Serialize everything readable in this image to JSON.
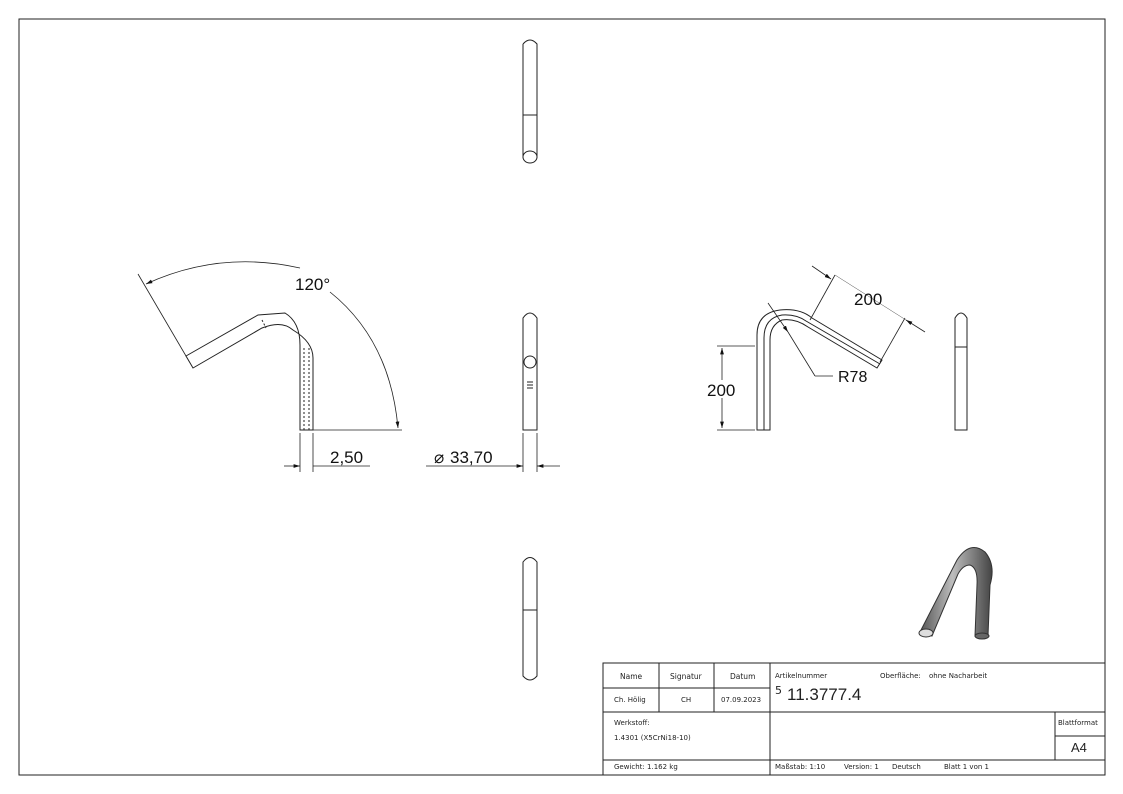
{
  "dimensions": {
    "angle": "120°",
    "wall_thickness": "2,50",
    "diameter": "33,70",
    "leg_length_1": "200",
    "leg_length_2": "200",
    "bend_radius": "R78"
  },
  "title_block": {
    "headers": {
      "name": "Name",
      "signatur": "Signatur",
      "datum": "Datum"
    },
    "name": "Ch. Hölig",
    "signatur": "CH",
    "datum": "07.09.2023",
    "artikelnummer_label": "Artikelnummer",
    "artikel_prefix": "5",
    "artikelnummer": "11.3777.4",
    "oberflaeche_label": "Oberfläche:",
    "oberflaeche_value": "ohne Nacharbeit",
    "werkstoff_label": "Werkstoff:",
    "werkstoff_value": "1.4301 (X5CrNi18-10)",
    "blattformat_label": "Blattformat",
    "blattformat_value": "A4",
    "gewicht": "Gewicht: 1.162 kg",
    "massstab": "Maßstab: 1:10",
    "version": "Version: 1",
    "sprache": "Deutsch",
    "blatt": "Blatt 1 von 1"
  }
}
